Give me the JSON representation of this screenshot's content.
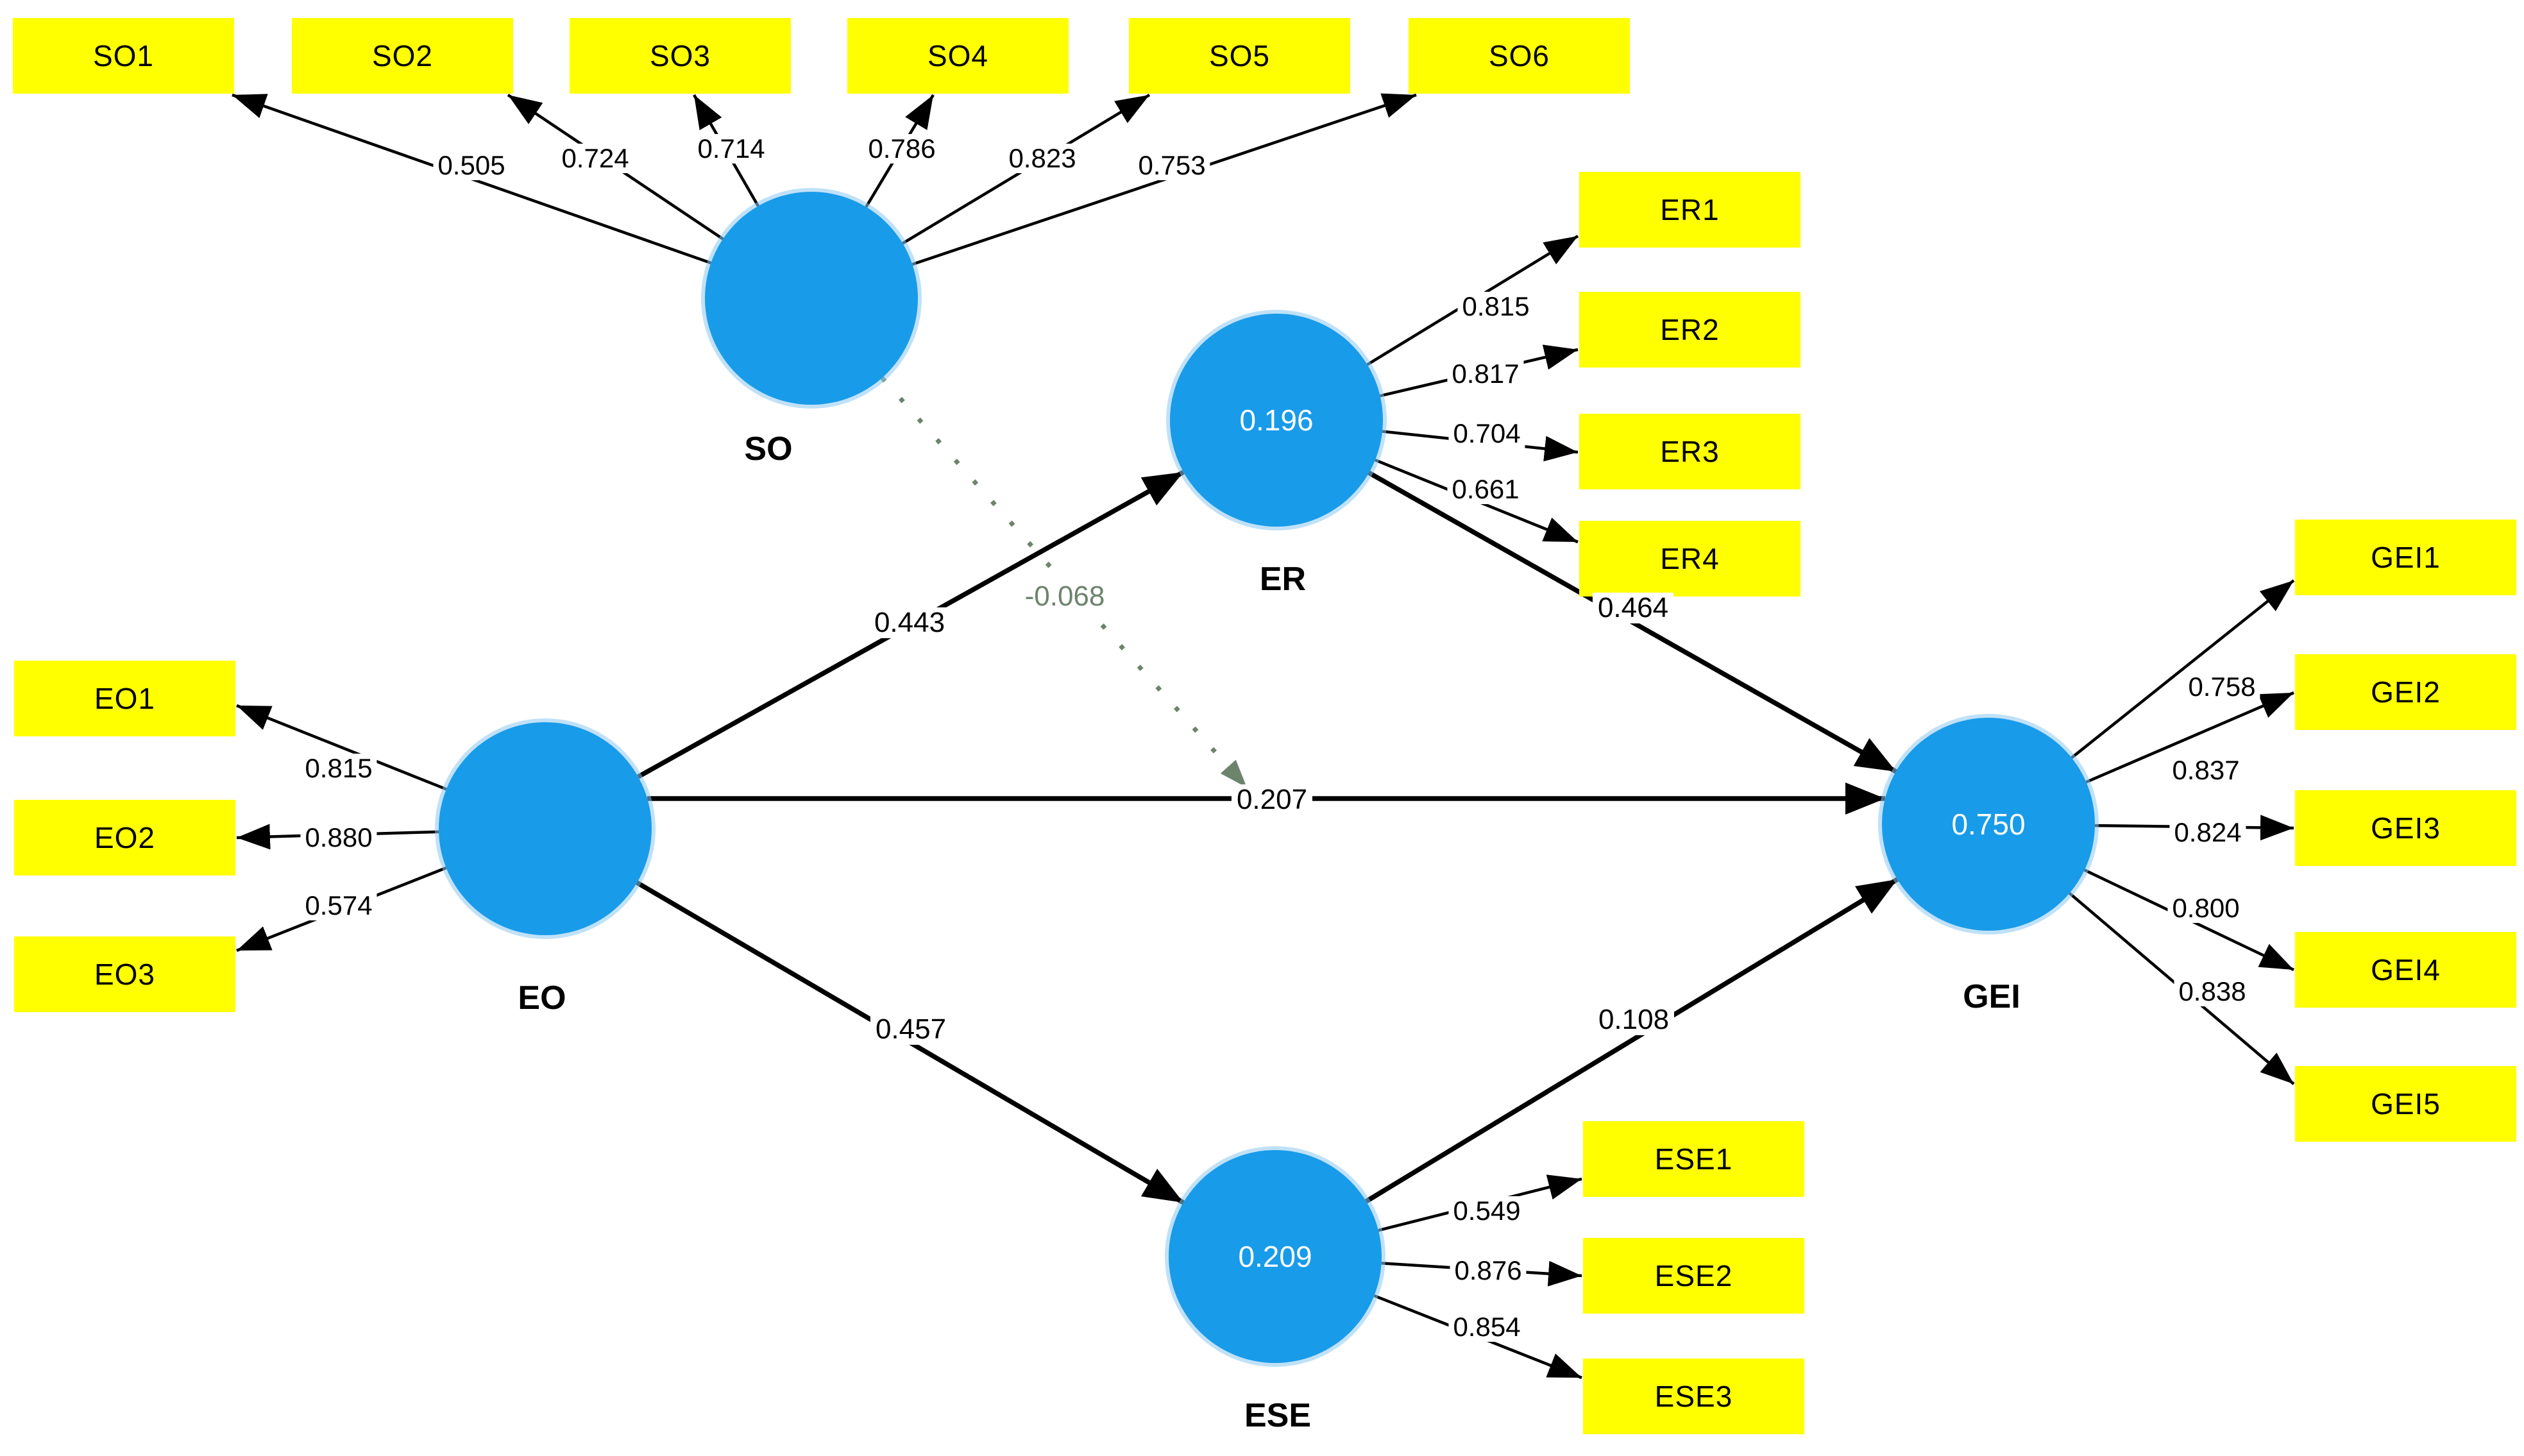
{
  "colors": {
    "construct_fill": "#189BE9",
    "construct_rim": "#8CC9F3",
    "r2_text": "#FFFFFF",
    "indicator_fill": "#FFFF00",
    "indicator_text": "#000000",
    "arrow": "#000000",
    "moderation": "#6C836C",
    "background": "#FFFFFF"
  },
  "constructs": [
    {
      "id": "SO",
      "label": "SO",
      "r2": null
    },
    {
      "id": "EO",
      "label": "EO",
      "r2": null
    },
    {
      "id": "ER",
      "label": "ER",
      "r2": "0.196"
    },
    {
      "id": "ESE",
      "label": "ESE",
      "r2": "0.209"
    },
    {
      "id": "GEI",
      "label": "GEI",
      "r2": "0.750"
    }
  ],
  "indicators": {
    "SO": [
      {
        "label": "SO1",
        "loading": "0.505"
      },
      {
        "label": "SO2",
        "loading": "0.724"
      },
      {
        "label": "SO3",
        "loading": "0.714"
      },
      {
        "label": "SO4",
        "loading": "0.786"
      },
      {
        "label": "SO5",
        "loading": "0.823"
      },
      {
        "label": "SO6",
        "loading": "0.753"
      }
    ],
    "EO": [
      {
        "label": "EO1",
        "loading": "0.815"
      },
      {
        "label": "EO2",
        "loading": "0.880"
      },
      {
        "label": "EO3",
        "loading": "0.574"
      }
    ],
    "ER": [
      {
        "label": "ER1",
        "loading": "0.815"
      },
      {
        "label": "ER2",
        "loading": "0.817"
      },
      {
        "label": "ER3",
        "loading": "0.704"
      },
      {
        "label": "ER4",
        "loading": "0.661"
      }
    ],
    "ESE": [
      {
        "label": "ESE1",
        "loading": "0.549"
      },
      {
        "label": "ESE2",
        "loading": "0.876"
      },
      {
        "label": "ESE3",
        "loading": "0.854"
      }
    ],
    "GEI": [
      {
        "label": "GEI1",
        "loading": "0.758"
      },
      {
        "label": "GEI2",
        "loading": "0.837"
      },
      {
        "label": "GEI3",
        "loading": "0.824"
      },
      {
        "label": "GEI4",
        "loading": "0.800"
      },
      {
        "label": "GEI5",
        "loading": "0.838"
      }
    ]
  },
  "paths": [
    {
      "from": "EO",
      "to": "ER",
      "coefficient": "0.443",
      "type": "direct"
    },
    {
      "from": "EO",
      "to": "GEI",
      "coefficient": "0.207",
      "type": "direct"
    },
    {
      "from": "EO",
      "to": "ESE",
      "coefficient": "0.457",
      "type": "direct"
    },
    {
      "from": "ER",
      "to": "GEI",
      "coefficient": "0.464",
      "type": "direct"
    },
    {
      "from": "ESE",
      "to": "GEI",
      "coefficient": "0.108",
      "type": "direct"
    },
    {
      "from": "SO",
      "to": "EO-GEI",
      "coefficient": "-0.068",
      "type": "moderation"
    }
  ]
}
